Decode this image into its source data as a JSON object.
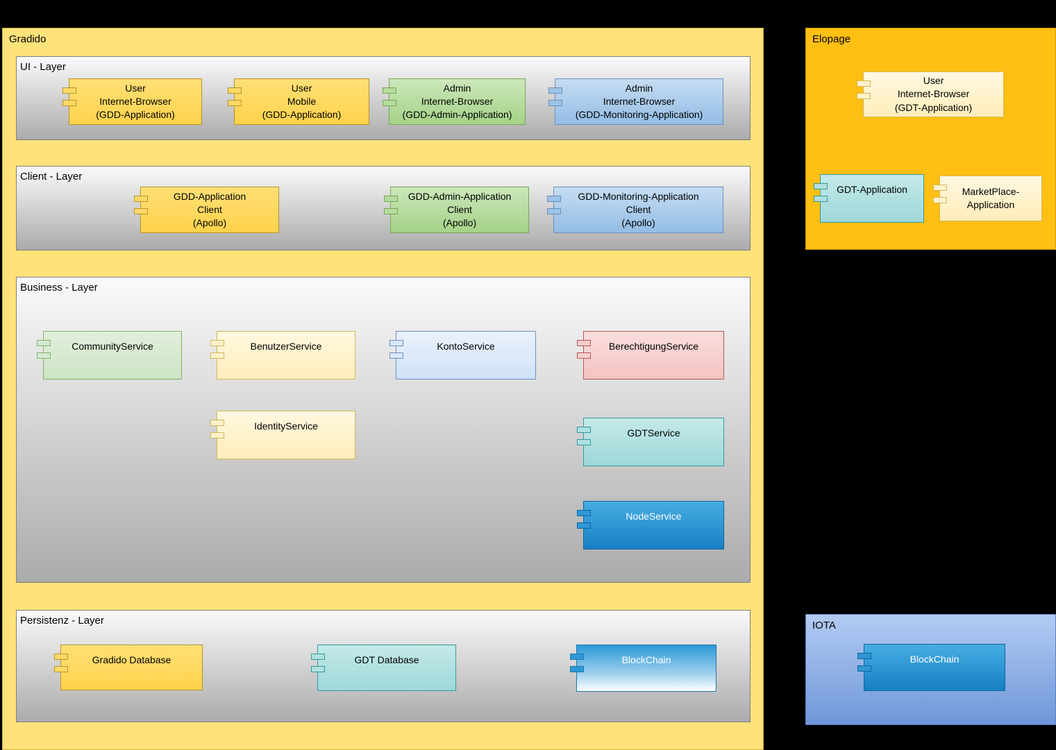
{
  "gradido": {
    "title": "Gradido",
    "ui_layer": {
      "title": "UI - Layer",
      "components": [
        {
          "label": "User\nInternet-Browser\n(GDD-Application)"
        },
        {
          "label": "User\nMobile\n(GDD-Application)"
        },
        {
          "label": "Admin\nInternet-Browser\n(GDD-Admin-Application)"
        },
        {
          "label": "Admin\nInternet-Browser\n(GDD-Monitoring-Application)"
        }
      ]
    },
    "client_layer": {
      "title": "Client - Layer",
      "components": [
        {
          "label": "GDD-Application\nClient\n(Apollo)"
        },
        {
          "label": "GDD-Admin-Application\nClient\n(Apollo)"
        },
        {
          "label": "GDD-Monitoring-Application\nClient\n(Apollo)"
        }
      ]
    },
    "business_layer": {
      "title": "Business - Layer",
      "components": [
        {
          "label": "CommunityService"
        },
        {
          "label": "BenutzerService"
        },
        {
          "label": "KontoService"
        },
        {
          "label": "BerechtigungService"
        },
        {
          "label": "IdentityService"
        },
        {
          "label": "GDTService"
        },
        {
          "label": "NodeService"
        }
      ]
    },
    "persistenz_layer": {
      "title": "Persistenz - Layer",
      "components": [
        {
          "label": "Gradido Database"
        },
        {
          "label": "GDT Database"
        },
        {
          "label": "BlockChain"
        }
      ]
    }
  },
  "elopage": {
    "title": "Elopage",
    "components": [
      {
        "label": "User\nInternet-Browser\n(GDT-Application)"
      },
      {
        "label": "GDT-Application"
      },
      {
        "label": "MarketPlace-\nApplication"
      }
    ]
  },
  "iota": {
    "title": "IOTA",
    "components": [
      {
        "label": "BlockChain"
      }
    ]
  },
  "colors": {
    "background": "#000000",
    "gradido_fill": "#FFE27A",
    "elopage_fill": "#FFBF13",
    "iota_fill_top": "#B3CBF3",
    "iota_fill_bottom": "#6F97D9",
    "layer_fill_top": "#FAFAFA",
    "layer_fill_bottom": "#ABABAB",
    "component_yellow": "#FFD966",
    "component_light_yellow": "#FFF2CC",
    "component_green": "#A9D18E",
    "component_light_green": "#D5E8D4",
    "component_blue": "#9DC3E6",
    "component_light_blue": "#DAE8FC",
    "component_pink": "#F8CECC",
    "component_teal": "#B0E0E0",
    "component_node_blue": "#1E88C8",
    "component_blockchain_top": "#2D99D8"
  }
}
